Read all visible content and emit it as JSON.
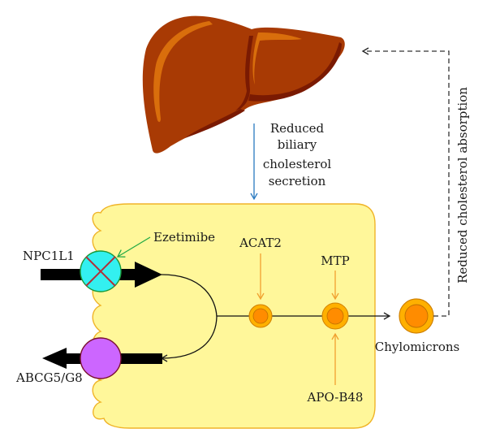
{
  "title": "Ezetimibe mechanism of reduced cholesterol absorption",
  "colors": {
    "liver": "#a83a04",
    "liver_highlight": "#d96e0c",
    "liver_shadow": "#7a1a02",
    "cell_fill": "#fff79a",
    "cell_stroke": "#f0b428",
    "npc1l1": "#33f0f0",
    "npc1l1_stroke": "#1a9a3a",
    "inhibit_cross": "#b0303a",
    "abcg": "#cc66ff",
    "abcg_stroke": "#7a1030",
    "particle_outer": "#ffb000",
    "particle_inner": "#ff8c00",
    "enzyme_arrow": "#f0a030",
    "ezetimibe_arrow": "#22aa44",
    "biliary_arrow": "#2a7ac0",
    "dashed": "#333333"
  },
  "labels": {
    "biliary": [
      "Reduced",
      "biliary",
      "cholesterol",
      "secretion"
    ],
    "feedback": "Reduced cholesterol absorption",
    "npc1l1": "NPC1L1",
    "ezetimibe": "Ezetimibe",
    "abcg": "ABCG5/G8",
    "acat2": "ACAT2",
    "mtp": "MTP",
    "apob48": "APO-B48",
    "chylomicrons": "Chylomicrons"
  }
}
